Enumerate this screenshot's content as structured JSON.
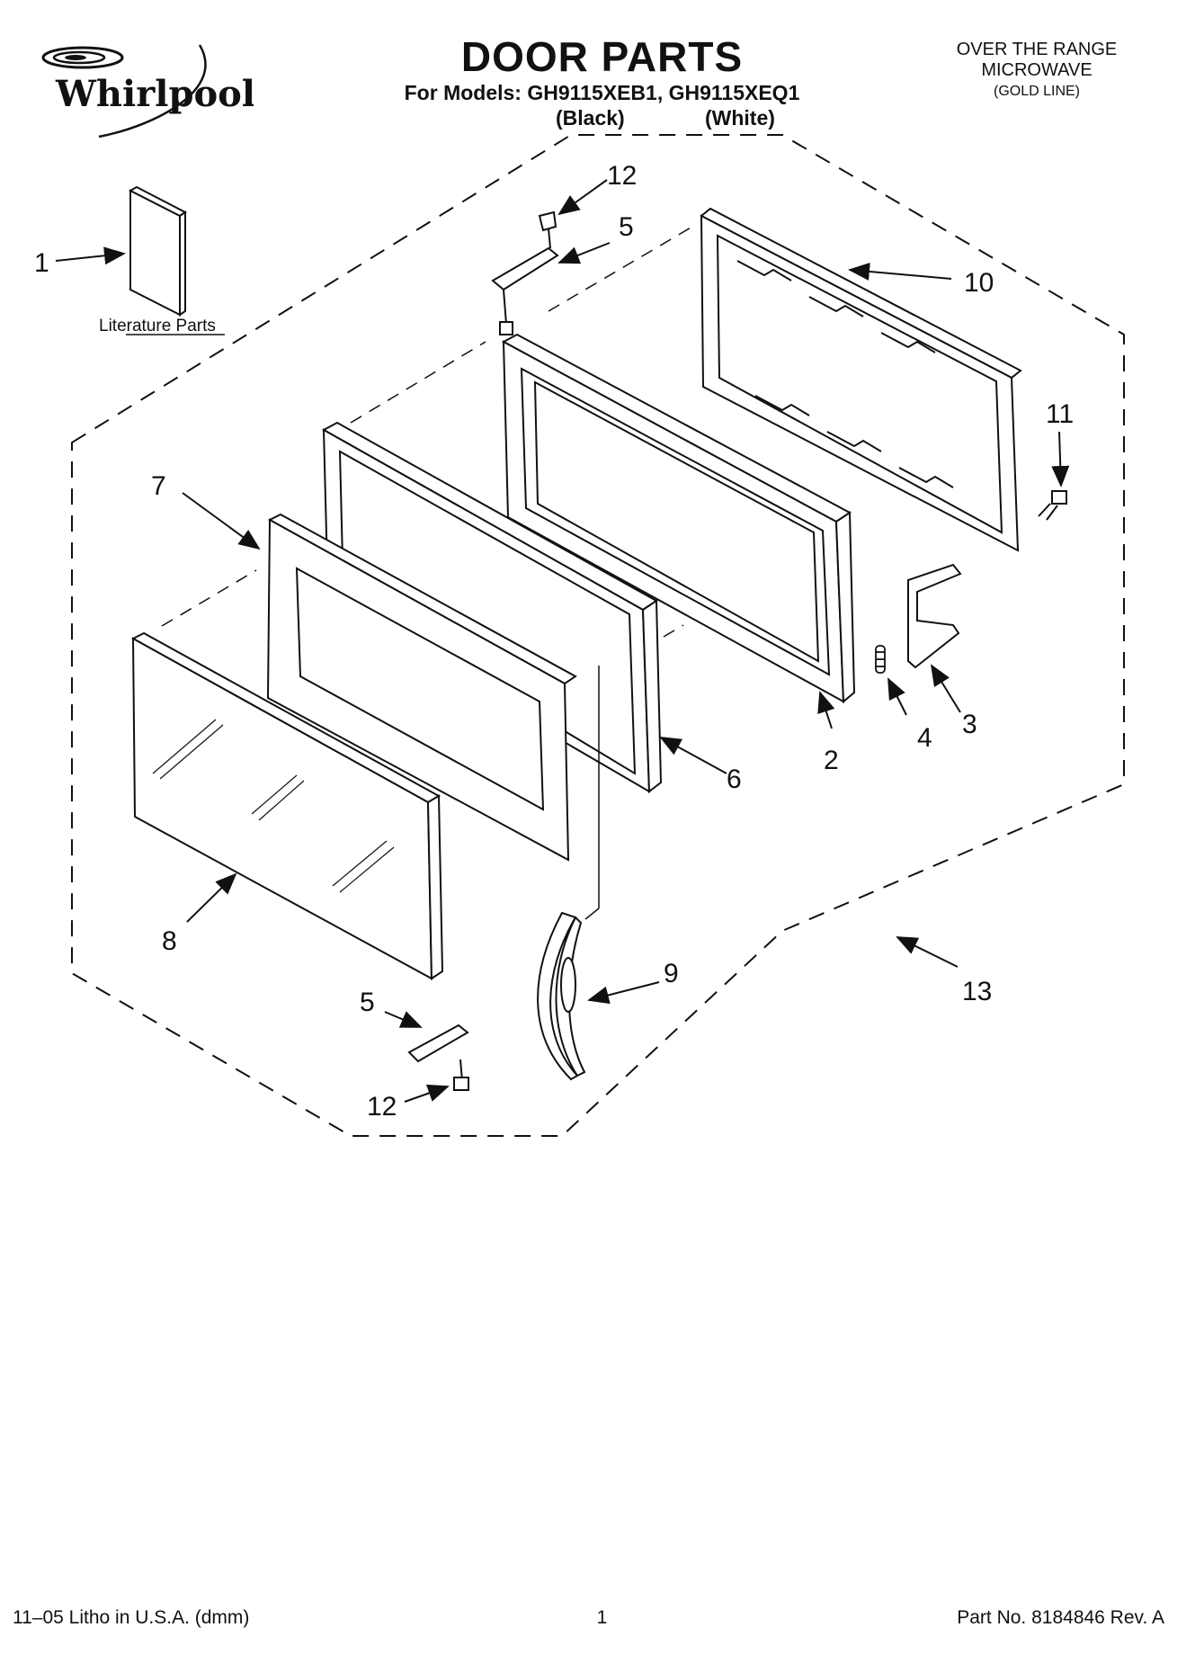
{
  "brand": {
    "logo_text": "Whirlpool",
    "logo_icon": "whirlpool-swirl-logo"
  },
  "header": {
    "title": "DOOR PARTS",
    "models_line": "For Models: GH9115XEB1, GH9115XEQ1",
    "variant_black": "(Black)",
    "variant_white": "(White)",
    "product_line1": "OVER THE RANGE",
    "product_line2": "MICROWAVE",
    "product_line3": "(GOLD LINE)"
  },
  "diagram": {
    "literature_label": "Literature Parts",
    "callouts": {
      "c1": "1",
      "c2": "2",
      "c3": "3",
      "c4": "4",
      "c5a": "5",
      "c5b": "5",
      "c6": "6",
      "c7": "7",
      "c8": "8",
      "c9": "9",
      "c10": "10",
      "c11": "11",
      "c12a": "12",
      "c12b": "12",
      "c13": "13"
    }
  },
  "footer": {
    "left": "11–05 Litho in U.S.A. (dmm)",
    "center": "1",
    "right": "Part No. 8184846 Rev. A"
  }
}
